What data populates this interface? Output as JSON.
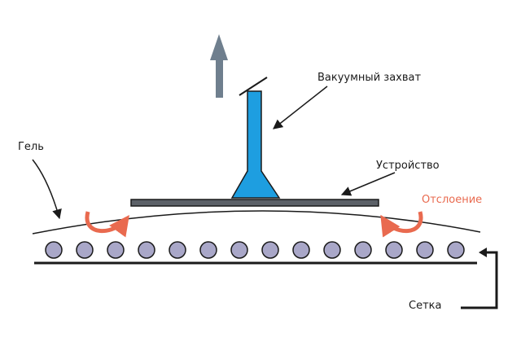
{
  "labels": {
    "gripper": "Вакуумный захват",
    "gel": "Гель",
    "device": "Устройство",
    "peeling": "Отслоение",
    "mesh": "Сетка"
  },
  "colors": {
    "gripper": "#1e9ee0",
    "lift_arrow": "#6f7f8e",
    "peel_arrow": "#e96a4f",
    "ball_fill": "#a9a7c8",
    "line": "#1a1a1a"
  },
  "icons": {
    "lift": "up-arrow-icon",
    "peel": "curved-arrow-icon"
  },
  "mesh": {
    "ball_count": 14
  }
}
